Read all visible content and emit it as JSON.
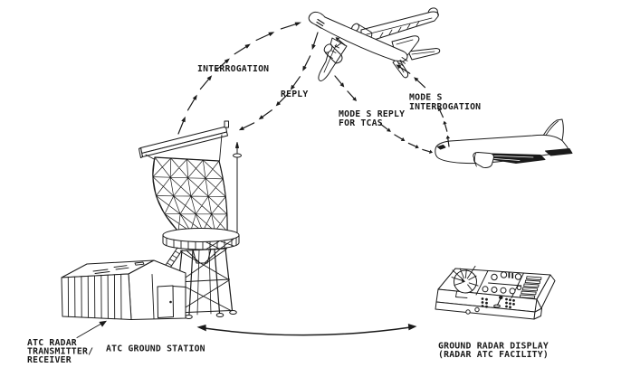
{
  "colors": {
    "ink": "#1a1a1a",
    "paper": "#ffffff"
  },
  "signals": {
    "interrogation": "INTERROGATION",
    "reply": "REPLY",
    "mode_s_reply_line1": "MODE S REPLY",
    "mode_s_reply_line2": "FOR TCAS",
    "mode_s_interrogation_line1": "MODE S",
    "mode_s_interrogation_line2": "INTERROGATION"
  },
  "ground": {
    "transmitter_line1": "ATC RADAR",
    "transmitter_line2": "TRANSMITTER/",
    "transmitter_line3": "RECEIVER",
    "station_label": "ATC GROUND STATION",
    "display_line1": "GROUND RADAR DISPLAY",
    "display_line2": "(RADAR ATC FACILITY)"
  }
}
